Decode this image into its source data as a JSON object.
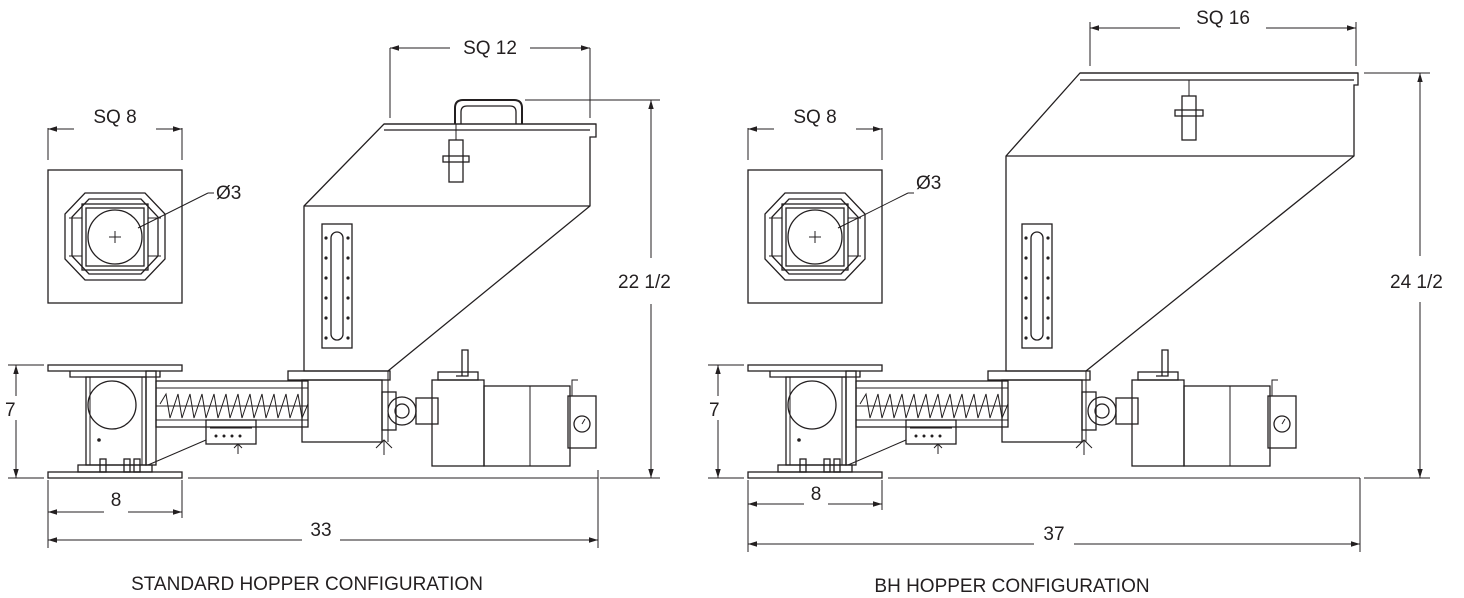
{
  "views": [
    {
      "caption": "STANDARD HOPPER CONFIGURATION",
      "dims": {
        "top_plate": "SQ 8",
        "port": "Ø3",
        "hopper_top": "SQ 12",
        "height": "22 1/2",
        "base_height": "7",
        "base_width": "8",
        "overall_length": "33"
      }
    },
    {
      "caption": "BH HOPPER CONFIGURATION",
      "dims": {
        "top_plate": "SQ 8",
        "port": "Ø3",
        "hopper_top": "SQ 16",
        "height": "24 1/2",
        "base_height": "7",
        "base_width": "8",
        "overall_length": "37"
      }
    }
  ]
}
